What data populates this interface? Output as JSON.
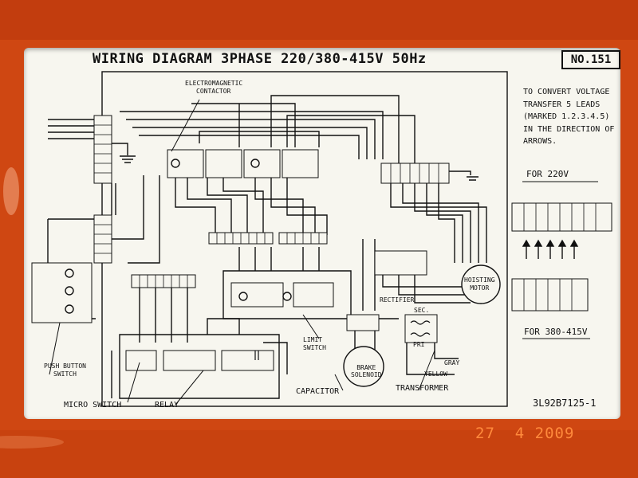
{
  "plate": {
    "title": "WIRING DIAGRAM  3PHASE 220/380-415V 50Hz",
    "number": "NO.151",
    "part_number": "3L92B7125-1"
  },
  "note": {
    "lines": [
      "TO CONVERT VOLTAGE",
      "TRANSFER 5 LEADS",
      "(MARKED 1.2.3.4.5)",
      "IN THE DIRECTION OF",
      "ARROWS."
    ]
  },
  "voltage_options": {
    "low": "FOR 220V",
    "high": "FOR 380-415V"
  },
  "components": {
    "contactor": [
      "ELECTROMAGNETIC",
      "CONTACTOR"
    ],
    "limit_switch": [
      "LIMIT",
      "SWITCH"
    ],
    "rectifier": "RECTIFIER",
    "hoisting_motor": [
      "HOISTING",
      "MOTOR"
    ],
    "brake_solenoid": [
      "BRAKE",
      "SOLENOID"
    ],
    "transformer": "TRANSFORMER",
    "capacitor": "CAPACITOR",
    "push_button": [
      "PUSH BUTTON",
      "SWITCH"
    ],
    "micro_switch": "MICRO SWITCH",
    "relay": "RELAY",
    "gray": "GRAY",
    "yellow": "YELLOW",
    "sec": "SEC.",
    "pri": "PRI"
  },
  "date_stamp": "27  4 2009",
  "colors": {
    "panel": "#d24a14",
    "plate": "#f7f6ef",
    "ink": "#111111",
    "stamp": "#ff8a3c"
  }
}
